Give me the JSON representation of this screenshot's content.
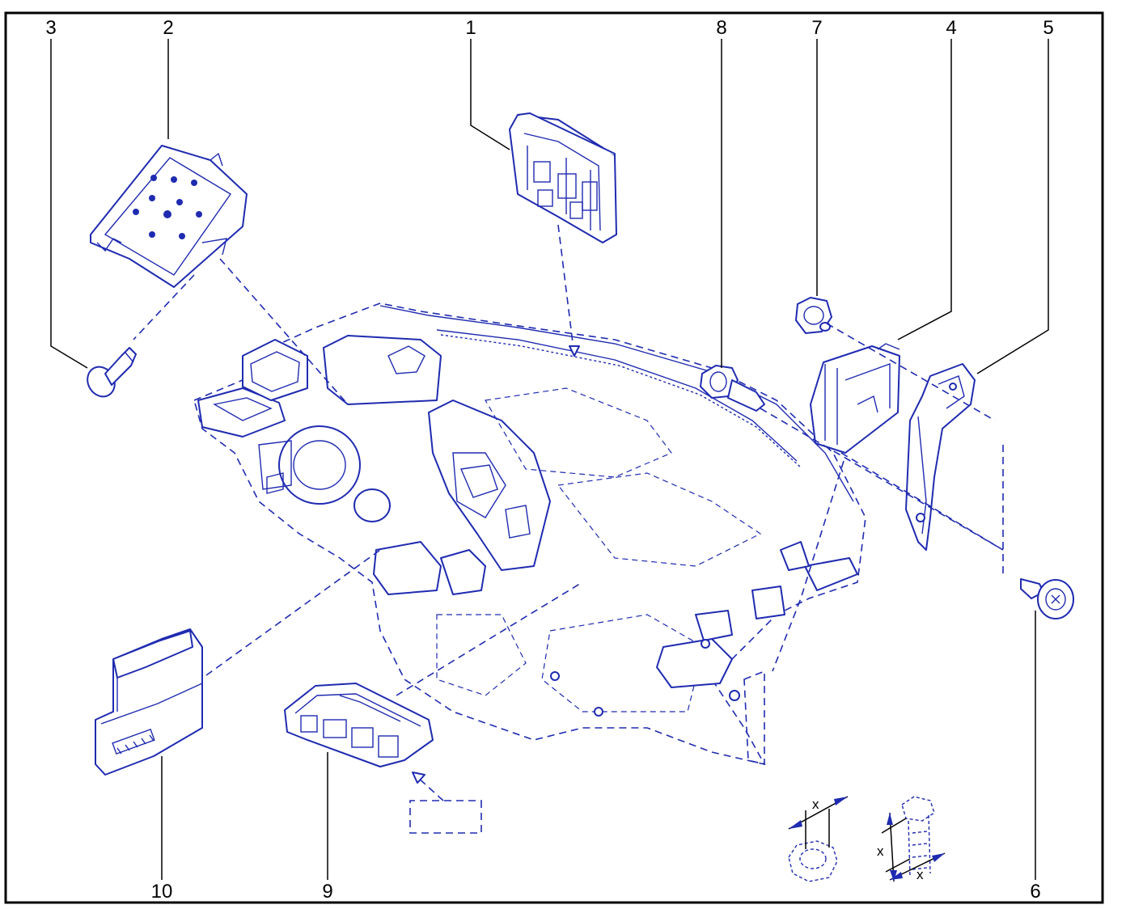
{
  "callouts": [
    {
      "id": "1",
      "label": "1"
    },
    {
      "id": "2",
      "label": "2"
    },
    {
      "id": "3",
      "label": "3"
    },
    {
      "id": "4",
      "label": "4"
    },
    {
      "id": "5",
      "label": "5"
    },
    {
      "id": "6",
      "label": "6"
    },
    {
      "id": "7",
      "label": "7"
    },
    {
      "id": "8",
      "label": "8"
    },
    {
      "id": "9",
      "label": "9"
    },
    {
      "id": "10",
      "label": "10"
    }
  ],
  "dimension_labels": {
    "nut_x": "x",
    "bolt_x_side": "x",
    "bolt_x_bottom": "x"
  },
  "colors": {
    "line_art": "#1f2bb0",
    "frame": "#000000"
  }
}
